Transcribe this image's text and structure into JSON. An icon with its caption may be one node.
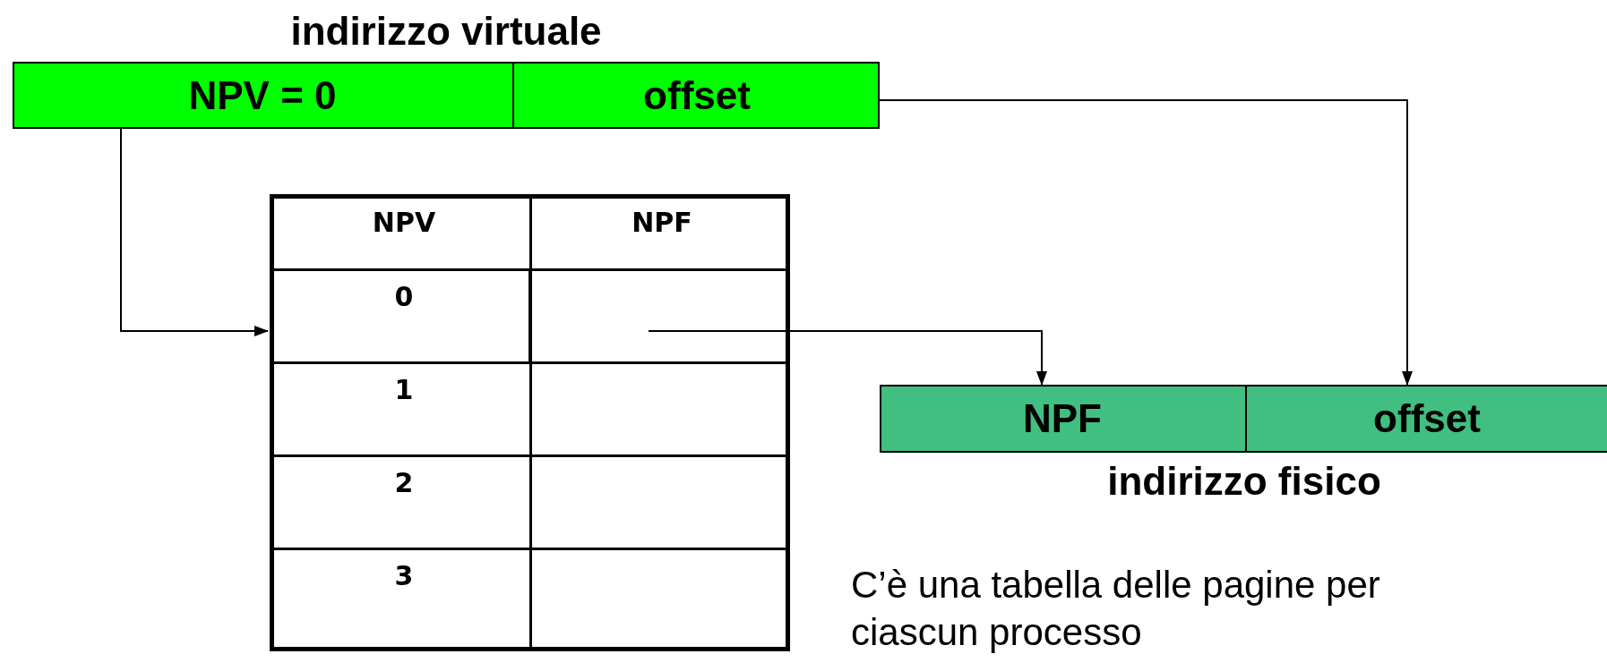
{
  "diagram": {
    "nodes": [
      {
        "text": [
          "indirizzo virtuale"
        ]
      },
      {
        "text": [
          "NPV = 0"
        ],
        "in": 0
      },
      {
        "text": [
          "offset"
        ],
        "in": 0
      },
      {
        "text": [],
        "shape": "box"
      },
      {
        "text": [],
        "shape": "box",
        "in": 3
      },
      {
        "text": [
          "indirizzo fisico"
        ]
      },
      {
        "text": [
          "NPF"
        ],
        "in": 5
      },
      {
        "text": [
          "offset"
        ],
        "in": 5
      }
    ],
    "edges": [
      {
        "from": 1,
        "to": 3,
        "arrow": "to"
      },
      {
        "from": 4,
        "to": 6,
        "arrow": "to"
      },
      {
        "from": 2,
        "to": 7,
        "arrow": "to"
      }
    ],
    "labels": [
      "NPV",
      "NPF",
      "0",
      "1",
      "2",
      "3",
      "C’è una tabella delle pagine per ciascun processo"
    ]
  }
}
